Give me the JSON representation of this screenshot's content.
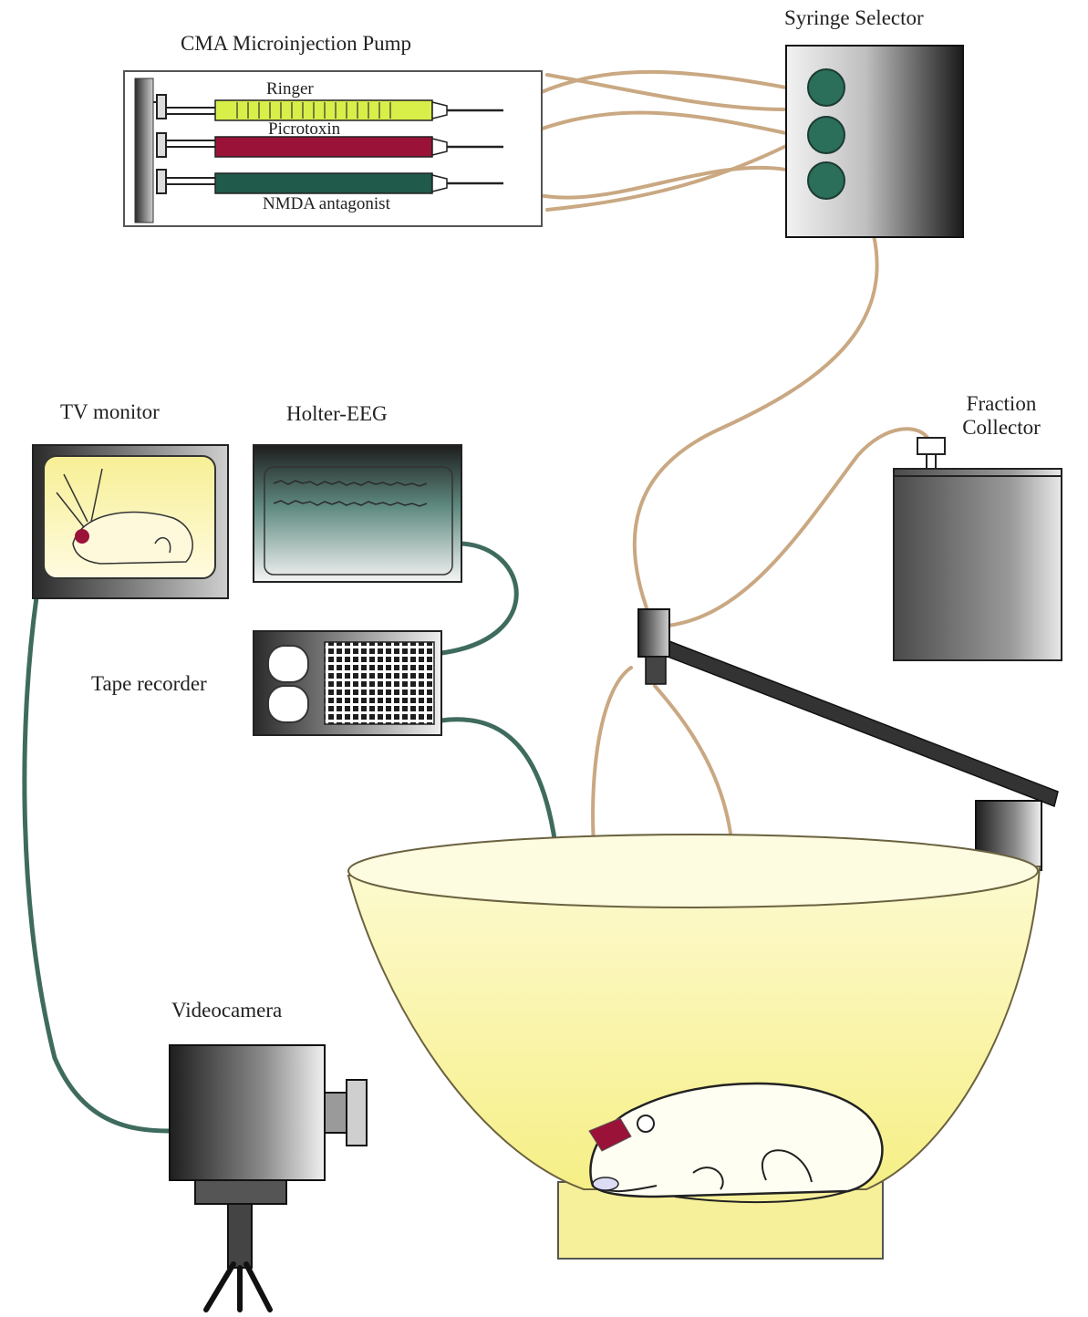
{
  "labels": {
    "pump": "CMA Microinjection Pump",
    "syringe_1": "Ringer",
    "syringe_2": "Picrotoxin",
    "syringe_3": "NMDA antagonist",
    "selector": "Syringe Selector",
    "tv": "TV monitor",
    "eeg": "Holter-EEG",
    "fraction": "Fraction Collector",
    "tape": "Tape recorder",
    "camera": "Videocamera"
  },
  "colors": {
    "ringer": "#d8ef4a",
    "picrotoxin": "#9a1238",
    "nmda": "#1f5a4a",
    "tubing": "#c9a882",
    "eeg_cable": "#3f6b5f",
    "bowl": "#fbf6a8",
    "selector_knob": "#2b6e5a"
  }
}
